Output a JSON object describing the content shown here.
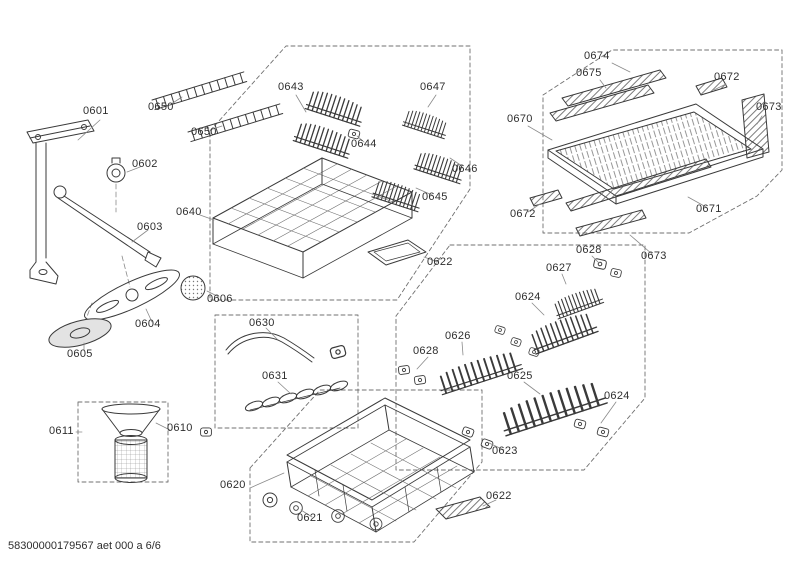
{
  "colors": {
    "background": "#ffffff",
    "line": "#3a3a3a",
    "dashed_outline": "#707070",
    "label_text": "#2e2e2e"
  },
  "footer": {
    "doc_code": "58300000179567 aet 000 a 6/6"
  },
  "labels": {
    "l0601": "0601",
    "l0650a": "0650",
    "l0650b": "0650",
    "l0643": "0643",
    "l0647": "0647",
    "l0644": "0644",
    "l0646": "0646",
    "l0645": "0645",
    "l0640": "0640",
    "l0602": "0602",
    "l0603": "0603",
    "l0606": "0606",
    "l0604": "0604",
    "l0605": "0605",
    "l0622a": "0622",
    "l0674": "0674",
    "l0675": "0675",
    "l0672a": "0672",
    "l0673a": "0673",
    "l0670": "0670",
    "l0672b": "0672",
    "l0671": "0671",
    "l0673b": "0673",
    "l0628a": "0628",
    "l0627": "0627",
    "l0624a": "0624",
    "l0626": "0626",
    "l0628b": "0628",
    "l0625": "0625",
    "l0624b": "0624",
    "l0623": "0623",
    "l0622b": "0622",
    "l0630": "0630",
    "l0631": "0631",
    "l0610": "0610",
    "l0611": "0611",
    "l0620": "0620",
    "l0621": "0621"
  }
}
